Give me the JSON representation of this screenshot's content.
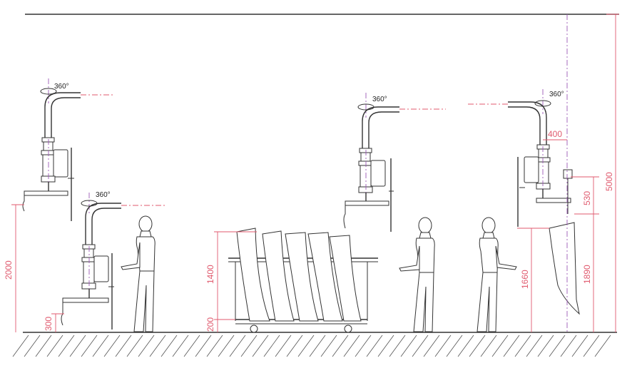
{
  "labels": {
    "rotation_1": "360°",
    "rotation_2": "360°",
    "rotation_3": "360°",
    "rotation_4": "360°",
    "dim_2000": "2000",
    "dim_300": "300",
    "dim_1400": "1400",
    "dim_200": "200",
    "dim_1660": "1660",
    "dim_400": "400",
    "dim_530": "530",
    "dim_1890": "1890",
    "dim_5000": "5000"
  },
  "colors": {
    "dimension": "#e05a6e",
    "centerline": "#9b59b6",
    "drawing": "#333333"
  }
}
